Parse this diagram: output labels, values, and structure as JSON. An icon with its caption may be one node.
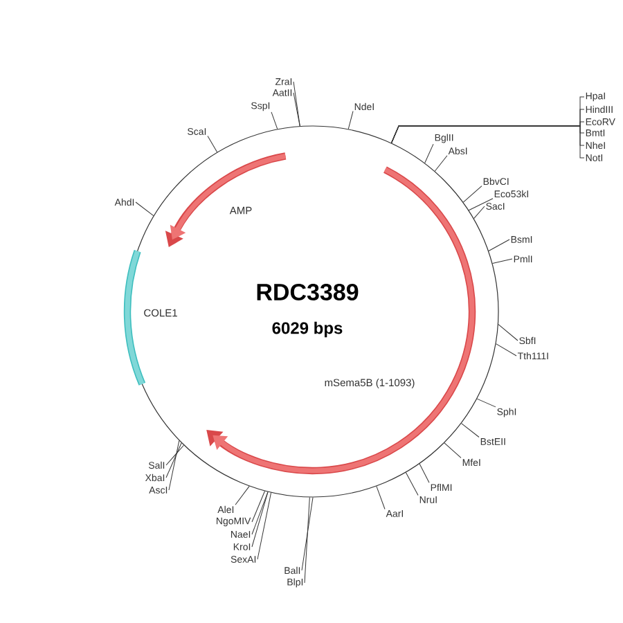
{
  "diagram": {
    "nodes": [
      {
        "text": [],
        "shape": "circle"
      },
      {
        "text": [
          "AMP"
        ],
        "in": 0
      },
      {
        "text": [
          "COLE1"
        ],
        "in": 0
      },
      {
        "text": [
          "mSema5B (1-1093)"
        ],
        "in": 0
      },
      {
        "text": [
          "ZraI"
        ]
      },
      {
        "text": [
          "AatII"
        ]
      },
      {
        "text": [
          "SspI"
        ]
      },
      {
        "text": [
          "NdeI"
        ]
      },
      {
        "text": [
          "ScaI"
        ]
      },
      {
        "text": [
          "HpaI"
        ]
      },
      {
        "text": [
          "HindIII"
        ]
      },
      {
        "text": [
          "EcoRV"
        ]
      },
      {
        "text": [
          "BmtI"
        ]
      },
      {
        "text": [
          "NheI"
        ]
      },
      {
        "text": [
          "NotI"
        ]
      },
      {
        "text": [
          "BglII"
        ]
      },
      {
        "text": [
          "AbsI"
        ]
      },
      {
        "text": [
          "BbvCI"
        ]
      },
      {
        "text": [
          "Eco53kI"
        ]
      },
      {
        "text": [
          "AhdI"
        ]
      },
      {
        "text": [
          "SacI"
        ]
      },
      {
        "text": [
          "BsmI"
        ]
      },
      {
        "text": [
          "PmlI"
        ]
      },
      {
        "text": [
          "SbfI"
        ]
      },
      {
        "text": [
          "Tth111I"
        ]
      },
      {
        "text": [
          "SphI"
        ]
      },
      {
        "text": [
          "BstEII"
        ]
      },
      {
        "text": [
          "MfeI"
        ]
      },
      {
        "text": [
          "SalI"
        ]
      },
      {
        "text": [
          "XbaI"
        ]
      },
      {
        "text": [
          "PflMI"
        ]
      },
      {
        "text": [
          "AscI"
        ]
      },
      {
        "text": [
          "NruI"
        ]
      },
      {
        "text": [
          "AleI"
        ]
      },
      {
        "text": [
          "AarI"
        ]
      },
      {
        "text": [
          "NgoMIV"
        ]
      },
      {
        "text": [
          "NaeI"
        ]
      },
      {
        "text": [
          "KroI"
        ]
      },
      {
        "text": [
          "SexAI"
        ]
      },
      {
        "text": [
          "BalI"
        ]
      },
      {
        "text": [
          "BlpI"
        ]
      }
    ],
    "edges": [
      {
        "from": 4,
        "to": 0,
        "arrow": "none"
      },
      {
        "from": 5,
        "to": 0,
        "arrow": "none"
      },
      {
        "from": 6,
        "to": 0,
        "arrow": "none"
      },
      {
        "from": 7,
        "to": 0,
        "arrow": "none"
      },
      {
        "from": 8,
        "to": 0,
        "arrow": "none"
      },
      {
        "from": 9,
        "to": 0,
        "arrow": "none"
      },
      {
        "from": 10,
        "to": 0,
        "arrow": "none"
      },
      {
        "from": 11,
        "to": 0,
        "arrow": "none"
      },
      {
        "from": 12,
        "to": 0,
        "arrow": "none"
      },
      {
        "from": 13,
        "to": 0,
        "arrow": "none"
      },
      {
        "from": 14,
        "to": 0,
        "arrow": "none"
      },
      {
        "from": 15,
        "to": 0,
        "arrow": "none"
      },
      {
        "from": 16,
        "to": 0,
        "arrow": "none"
      },
      {
        "from": 17,
        "to": 0,
        "arrow": "none"
      },
      {
        "from": 18,
        "to": 0,
        "arrow": "none"
      },
      {
        "from": 19,
        "to": 0,
        "arrow": "none"
      },
      {
        "from": 20,
        "to": 0,
        "arrow": "none"
      },
      {
        "from": 21,
        "to": 0,
        "arrow": "none"
      },
      {
        "from": 22,
        "to": 0,
        "arrow": "none"
      },
      {
        "from": 23,
        "to": 0,
        "arrow": "none"
      },
      {
        "from": 24,
        "to": 0,
        "arrow": "none"
      },
      {
        "from": 25,
        "to": 0,
        "arrow": "none"
      },
      {
        "from": 26,
        "to": 0,
        "arrow": "none"
      },
      {
        "from": 27,
        "to": 0,
        "arrow": "none"
      },
      {
        "from": 28,
        "to": 0,
        "arrow": "none"
      },
      {
        "from": 29,
        "to": 0,
        "arrow": "none"
      },
      {
        "from": 30,
        "to": 0,
        "arrow": "none"
      },
      {
        "from": 31,
        "to": 0,
        "arrow": "none"
      },
      {
        "from": 32,
        "to": 0,
        "arrow": "none"
      },
      {
        "from": 33,
        "to": 0,
        "arrow": "none"
      },
      {
        "from": 34,
        "to": 0,
        "arrow": "none"
      },
      {
        "from": 35,
        "to": 0,
        "arrow": "none"
      },
      {
        "from": 36,
        "to": 0,
        "arrow": "none"
      },
      {
        "from": 37,
        "to": 0,
        "arrow": "none"
      },
      {
        "from": 38,
        "to": 0,
        "arrow": "none"
      },
      {
        "from": 39,
        "to": 0,
        "arrow": "none"
      },
      {
        "from": 40,
        "to": 0,
        "arrow": "none"
      }
    ],
    "labels": [
      "RDC3389",
      "6029 bps"
    ]
  }
}
